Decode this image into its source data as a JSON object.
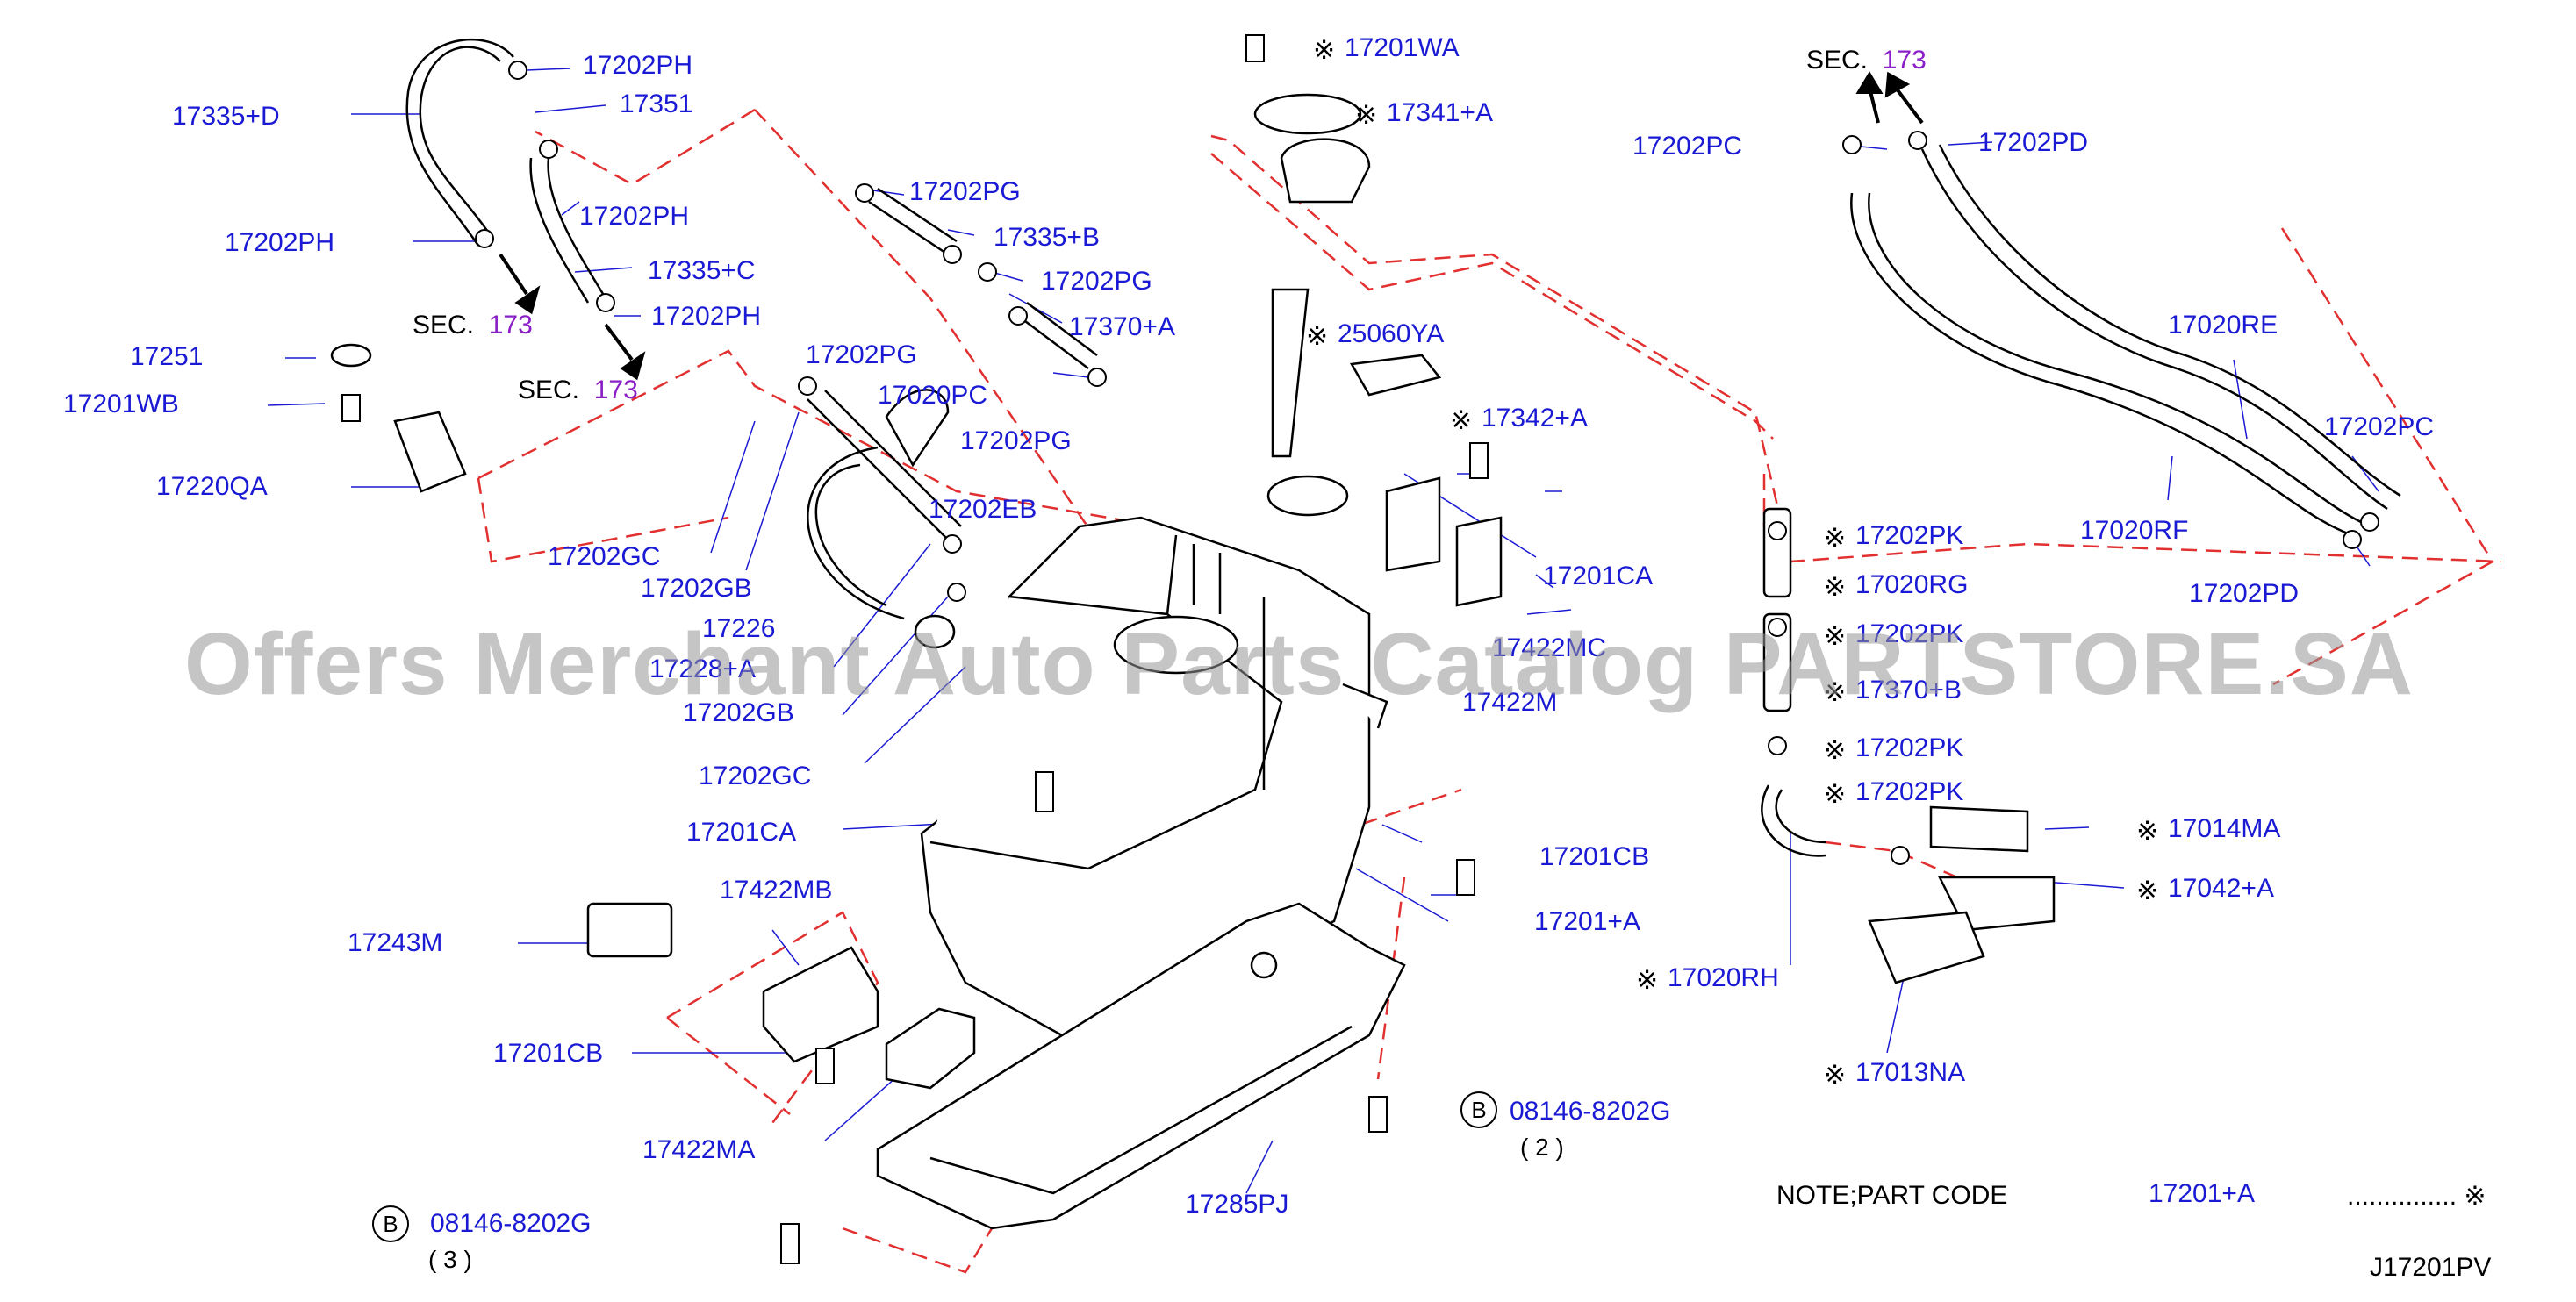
{
  "watermark": "Offers Merchant Auto Parts Catalog PARTSTORE.SA",
  "diagram_code": "J17201PV",
  "note": {
    "prefix": "NOTE;PART   CODE",
    "code": "17201+A",
    "dots": "............... ※"
  },
  "sections": [
    {
      "id": "sec1",
      "label": "SEC.",
      "number": "173"
    },
    {
      "id": "sec2",
      "label": "SEC.",
      "number": "173"
    },
    {
      "id": "sec3",
      "label": "SEC.",
      "number": "173"
    }
  ],
  "bolt_refs": [
    {
      "id": "b1",
      "letter": "B",
      "part": "08146-8202G",
      "qty": "( 2 )"
    },
    {
      "id": "b2",
      "letter": "B",
      "part": "08146-8202G",
      "qty": "( 3 )"
    }
  ],
  "labels": [
    {
      "id": "l01",
      "text": "17202PH"
    },
    {
      "id": "l02",
      "text": "17335+D"
    },
    {
      "id": "l03",
      "text": "17351"
    },
    {
      "id": "l04",
      "text": "17202PH"
    },
    {
      "id": "l05",
      "text": "17202PH"
    },
    {
      "id": "l06",
      "text": "17335+C"
    },
    {
      "id": "l07",
      "text": "17202PH"
    },
    {
      "id": "l08",
      "text": "17251"
    },
    {
      "id": "l09",
      "text": "17201WB"
    },
    {
      "id": "l10",
      "text": "17220QA"
    },
    {
      "id": "l11",
      "text": "17202PG"
    },
    {
      "id": "l12",
      "text": "17335+B"
    },
    {
      "id": "l13",
      "text": "17202PG"
    },
    {
      "id": "l14",
      "text": "17370+A"
    },
    {
      "id": "l15",
      "text": "17202PG"
    },
    {
      "id": "l16",
      "text": "17020PC"
    },
    {
      "id": "l17",
      "text": "17202PG"
    },
    {
      "id": "l18",
      "text": "17202EB"
    },
    {
      "id": "l19",
      "text": "17202GC"
    },
    {
      "id": "l20",
      "text": "17202GB"
    },
    {
      "id": "l21",
      "text": "17226"
    },
    {
      "id": "l22",
      "text": "17228+A"
    },
    {
      "id": "l23",
      "text": "17202GB"
    },
    {
      "id": "l24",
      "text": "17202GC"
    },
    {
      "id": "l25",
      "text": "17201CA"
    },
    {
      "id": "l26",
      "text": "17422MB"
    },
    {
      "id": "l27",
      "text": "17243M"
    },
    {
      "id": "l28",
      "text": "17201CB"
    },
    {
      "id": "l29",
      "text": "17422MA"
    },
    {
      "id": "l30",
      "text": "17201WA"
    },
    {
      "id": "l31",
      "text": "17341+A"
    },
    {
      "id": "l32",
      "text": "25060YA"
    },
    {
      "id": "l33",
      "text": "17342+A"
    },
    {
      "id": "l34",
      "text": "17201CA"
    },
    {
      "id": "l35",
      "text": "17422MC"
    },
    {
      "id": "l36",
      "text": "17422M"
    },
    {
      "id": "l37",
      "text": "17201CB"
    },
    {
      "id": "l38",
      "text": "17201+A"
    },
    {
      "id": "l39",
      "text": "17285PJ"
    },
    {
      "id": "l40",
      "text": "17202PC"
    },
    {
      "id": "l41",
      "text": "17202PD"
    },
    {
      "id": "l42",
      "text": "17020RE"
    },
    {
      "id": "l43",
      "text": "17202PC"
    },
    {
      "id": "l44",
      "text": "17020RF"
    },
    {
      "id": "l45",
      "text": "17202PD"
    },
    {
      "id": "l46",
      "text": "17202PK"
    },
    {
      "id": "l47",
      "text": "17020RG"
    },
    {
      "id": "l48",
      "text": "17202PK"
    },
    {
      "id": "l49",
      "text": "17370+B"
    },
    {
      "id": "l50",
      "text": "17202PK"
    },
    {
      "id": "l51",
      "text": "17202PK"
    },
    {
      "id": "l52",
      "text": "17014MA"
    },
    {
      "id": "l53",
      "text": "17042+A"
    },
    {
      "id": "l54",
      "text": "17020RH"
    },
    {
      "id": "l55",
      "text": "17013NA"
    }
  ]
}
